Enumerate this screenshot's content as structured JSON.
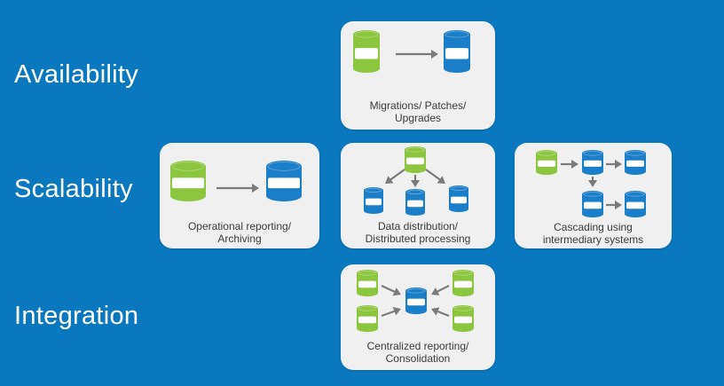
{
  "rows": {
    "availability": "Availability",
    "scalability": "Scalability",
    "integration": "Integration"
  },
  "cards": {
    "migrations": {
      "line1": "Migrations/ Patches/",
      "line2": "Upgrades"
    },
    "operational": {
      "line1": "Operational reporting/",
      "line2": "Archiving"
    },
    "distribution": {
      "line1": "Data distribution/",
      "line2": "Distributed processing"
    },
    "cascading": {
      "line1": "Cascading using",
      "line2": "intermediary systems"
    },
    "centralized": {
      "line1": "Centralized reporting/",
      "line2": "Consolidation"
    }
  },
  "colors": {
    "background": "#0a78be",
    "source_db": "#8cc63f",
    "target_db": "#1a7ec8",
    "arrow": "#7a7a7a",
    "card": "#f0f0f0"
  },
  "icons": {
    "source": "database-green-icon",
    "target": "database-blue-icon",
    "arrow": "arrow-icon"
  }
}
